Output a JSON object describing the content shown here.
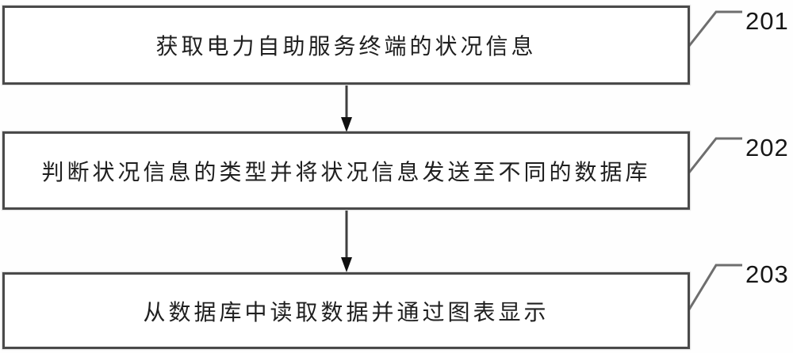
{
  "diagram": {
    "type": "flowchart",
    "direction": "top-down",
    "steps": [
      {
        "ref": "201",
        "text": "获取电力自助服务终端的状况信息"
      },
      {
        "ref": "202",
        "text": "判断状况信息的类型并将状况信息发送至不同的数据库"
      },
      {
        "ref": "203",
        "text": "从数据库中读取数据并通过图表显示"
      }
    ],
    "connectors": [
      "arrow-step1-to-step2",
      "arrow-step2-to-step3"
    ],
    "colors": {
      "box_border": "#4a4a4a",
      "arrow_line": "#3f3f3f",
      "arrow_head": "#101010",
      "leader_line": "#6e6e6e",
      "text": "#1f1f1f",
      "ref_text": "#161616",
      "background": "#ffffff"
    }
  }
}
